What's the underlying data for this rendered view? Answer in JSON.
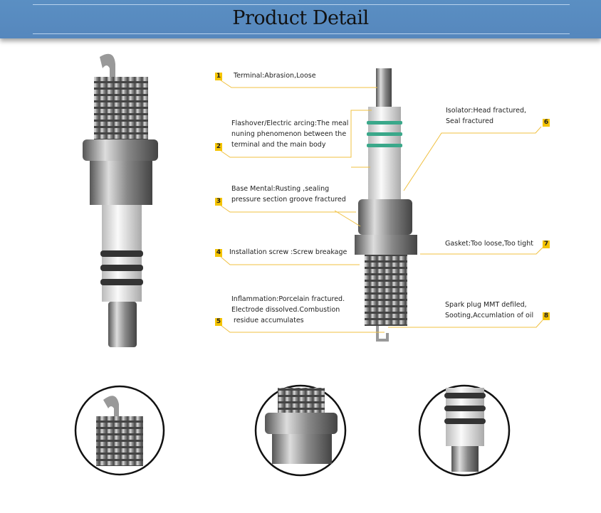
{
  "header": {
    "title": "Product Detail"
  },
  "colors": {
    "banner": "#5a8fc3",
    "leader": "#f0c040",
    "badge": "#f5c400"
  },
  "callouts": [
    {
      "number": "1",
      "lines": [
        "Terminal:Abrasion,Loose"
      ]
    },
    {
      "number": "2",
      "lines": [
        "Flashover/Electric arcing:The meal",
        "nuning phenomenon between the",
        "terminal and the main body"
      ]
    },
    {
      "number": "3",
      "lines": [
        "Base Mental:Rusting ,sealing",
        "pressure section groove fractured"
      ]
    },
    {
      "number": "4",
      "lines": [
        "Installation screw :Screw breakage"
      ]
    },
    {
      "number": "5",
      "lines": [
        "Inflammation:Porcelain fractured.",
        "Electrode dissolved.Combustion",
        " residue accumulates"
      ]
    },
    {
      "number": "6",
      "lines": [
        "Isolator:Head fractured,",
        "Seal fractured"
      ]
    },
    {
      "number": "7",
      "lines": [
        "Gasket:Too loose,Too tight"
      ]
    },
    {
      "number": "8",
      "lines": [
        "Spark plug MMT defiled,",
        "Sooting,Accumlation of oil"
      ]
    }
  ]
}
